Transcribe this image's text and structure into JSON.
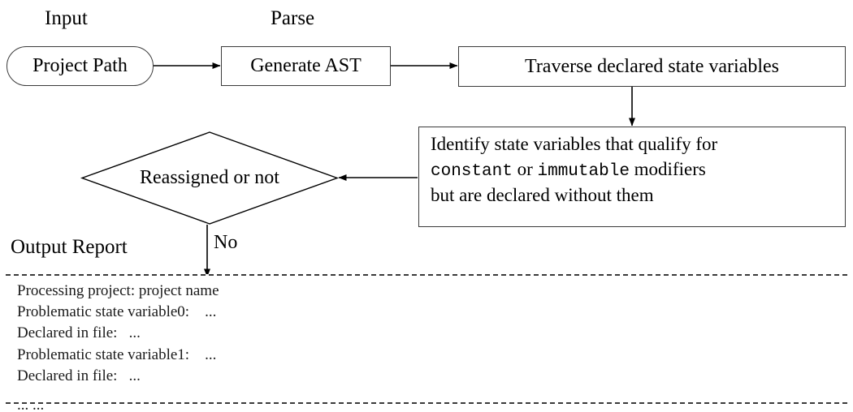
{
  "diagram": {
    "title": "Static analysis pipeline for constant/immutable state variables",
    "stage_labels": [
      {
        "text": "Input"
      },
      {
        "text": "Parse"
      }
    ],
    "nodes": {
      "input": {
        "label": "Project Path",
        "shape": "rounded-rectangle"
      },
      "parse": {
        "label": "Generate AST",
        "shape": "rectangle"
      },
      "traverse": {
        "label": "Traverse declared state variables",
        "shape": "rectangle"
      },
      "identify": {
        "shape": "rectangle",
        "line1_text": "Identify state variables that qualify for",
        "line2_part1": "constant",
        "line2_part2": " or ",
        "line2_part3": "immutable",
        "line2_part4": " modifiers",
        "line3_text": "but are declared without them"
      },
      "decision": {
        "label": "Reassigned or not",
        "shape": "diamond"
      }
    },
    "edges": [
      {
        "from": "input",
        "to": "parse",
        "label": ""
      },
      {
        "from": "parse",
        "to": "traverse",
        "label": ""
      },
      {
        "from": "traverse",
        "to": "identify",
        "label": ""
      },
      {
        "from": "identify",
        "to": "decision",
        "label": ""
      },
      {
        "from": "decision",
        "to": "report",
        "label": "No"
      }
    ],
    "edge_labels": {
      "no": "No"
    },
    "report": {
      "title": "Output Report",
      "lines": [
        "Processing project: project name",
        "Problematic state variable0:    ...",
        "Declared in file:   ...",
        "Problematic state variable1:    ...",
        "Declared in file:   ...",
        "... ..."
      ]
    },
    "colors": {
      "stroke": "#3b3b3b",
      "text": "#000000",
      "report_text": "#1a1a1a",
      "background": "#ffffff"
    }
  }
}
